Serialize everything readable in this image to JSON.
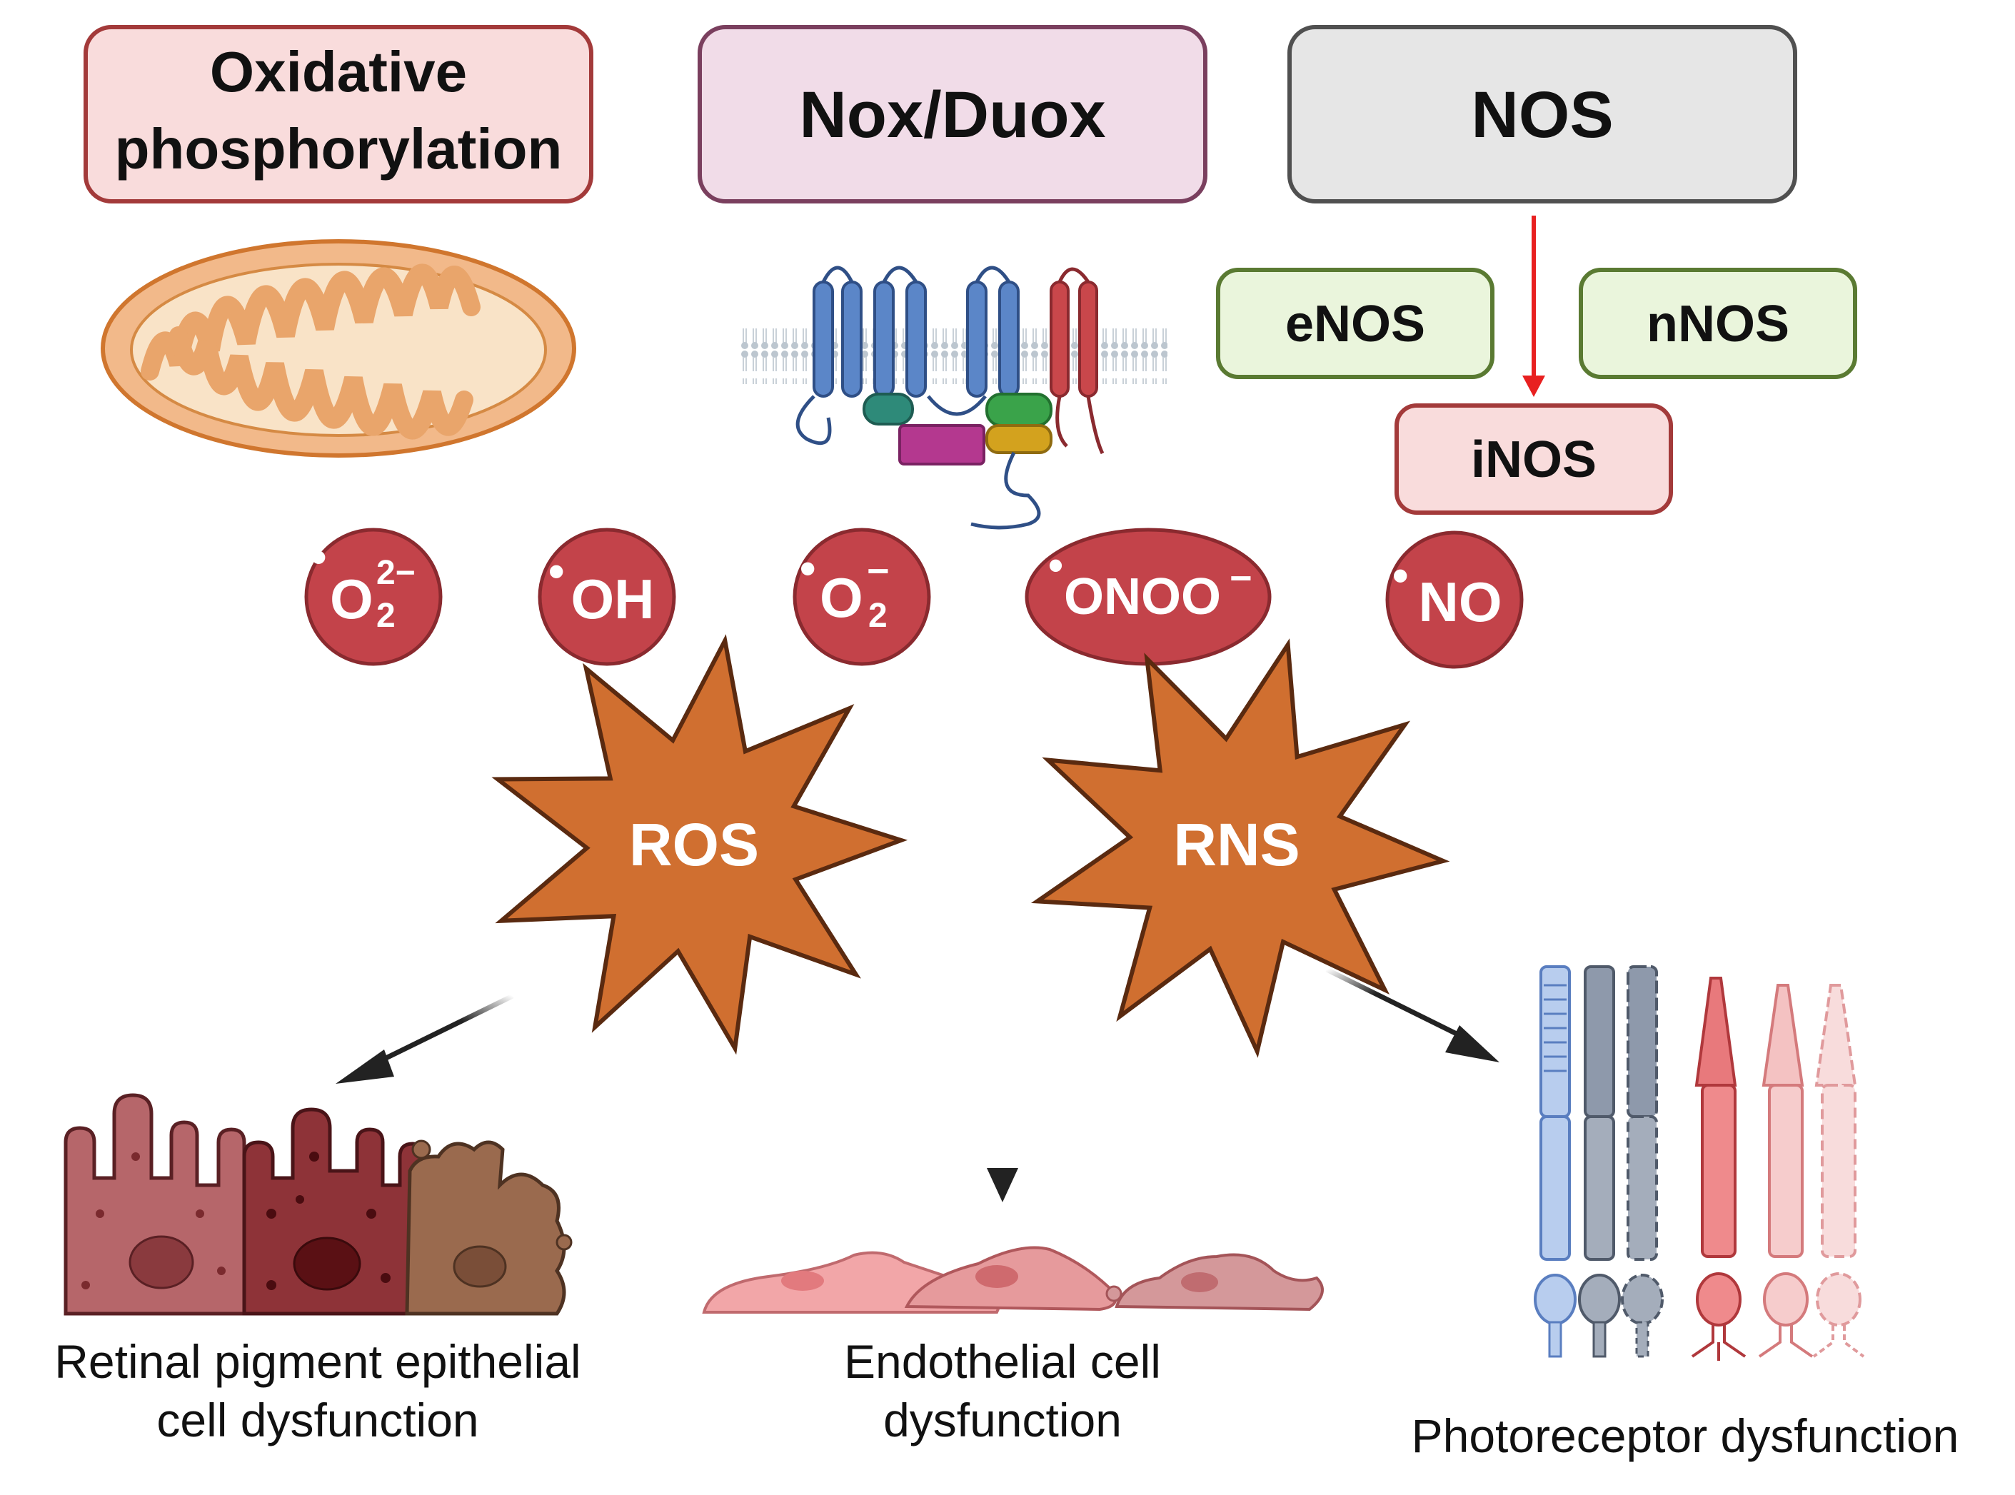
{
  "sources": {
    "oxphos": {
      "line1": "Oxidative",
      "line2": "phosphorylation"
    },
    "nox": {
      "label": "Nox/Duox"
    },
    "nos": {
      "label": "NOS"
    }
  },
  "isoforms": {
    "enos": "eNOS",
    "nnos": "nNOS",
    "inos": "iNOS"
  },
  "species": {
    "superoxide_dianion": {
      "base": "O",
      "sub": "2",
      "sup": "2−"
    },
    "hydroxyl": {
      "base": "OH"
    },
    "superoxide": {
      "base": "O",
      "sub": "2",
      "sup": "−"
    },
    "peroxynitrite": {
      "base": "ONOO",
      "sup": "−"
    },
    "nitric_oxide": {
      "base": "NO"
    }
  },
  "categories": {
    "ros": "ROS",
    "rns": "RNS"
  },
  "outcomes": {
    "rpe": {
      "line1": "Retinal pigment epithelial",
      "line2": "cell dysfunction"
    },
    "endothelial": {
      "line1": "Endothelial cell",
      "line2": "dysfunction"
    },
    "photoreceptor": {
      "line1": "Photoreceptor dysfunction"
    }
  },
  "colors": {
    "oxphos_fill": "#f9dcdc",
    "oxphos_stroke": "#a33a3a",
    "nox_fill": "#f1dce8",
    "nox_stroke": "#7a3f5e",
    "nos_fill": "#e6e6e6",
    "nos_stroke": "#505050",
    "isoform_fill": "#eaf5dc",
    "isoform_stroke": "#5a7a32",
    "inos_fill": "#f9dcdc",
    "inos_stroke": "#a33a3a",
    "species_fill": "#c3434a",
    "species_stroke": "#8a2a2f",
    "burst_fill": "#d06f30",
    "burst_stroke": "#5a2a10",
    "nos_to_inos_arrow": "#e82020"
  }
}
